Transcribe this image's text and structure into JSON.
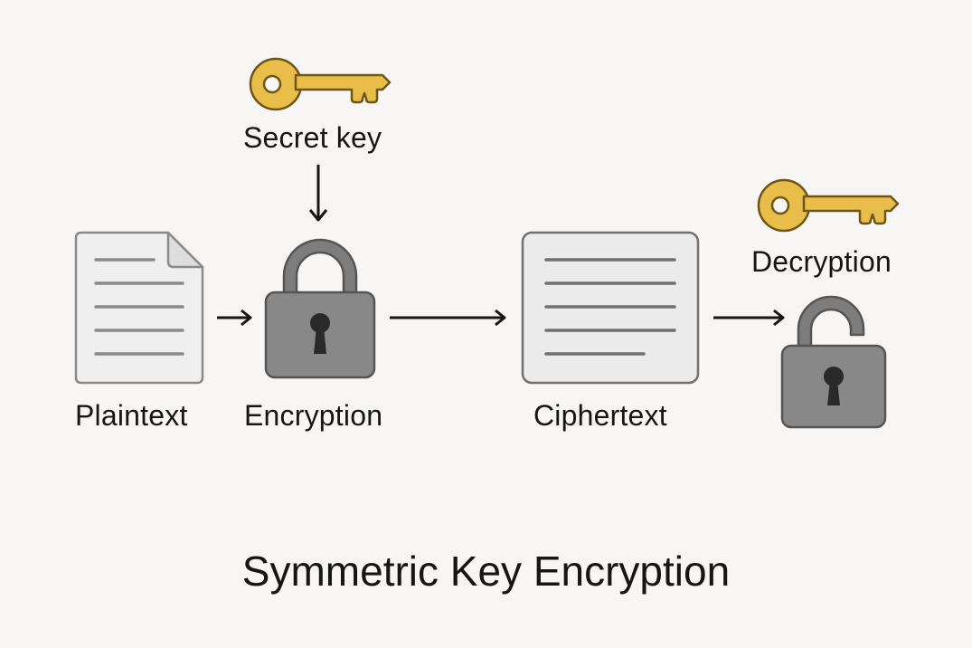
{
  "title": "Symmetric Key Encryption",
  "labels": {
    "secret_key": "Secret key",
    "plaintext": "Plaintext",
    "encryption": "Encryption",
    "ciphertext": "Ciphertext",
    "decryption": "Decryption"
  },
  "icons": {
    "encrypt_key": "key-icon",
    "plaintext_doc": "document-icon",
    "encryption_lock": "locked-padlock-icon",
    "ciphertext_doc": "ciphertext-document-icon",
    "decrypt_key": "key-icon",
    "decryption_lock": "unlocked-padlock-icon"
  },
  "colors": {
    "background": "#f7f6f4",
    "key": "#e8bd4a",
    "key_outline": "#6e5616",
    "lock": "#7d7d7d",
    "lock_outline": "#555555",
    "document": "#eeeeee",
    "document_outline": "#8a8a8a",
    "text": "#161616"
  }
}
